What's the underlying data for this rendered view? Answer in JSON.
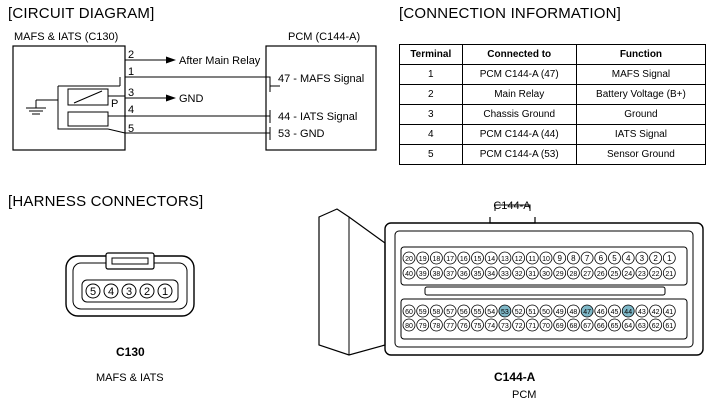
{
  "circuit": {
    "heading": "[CIRCUIT DIAGRAM]",
    "left_title": "MAFS & IATS (C130)",
    "right_title": "PCM (C144-A)",
    "pins": [
      "2",
      "1",
      "3",
      "4",
      "5"
    ],
    "after_main_relay": "After Main Relay",
    "gnd": "GND",
    "p_label": "P",
    "pcm_pins": [
      "47 - MAFS Signal",
      "44 - IATS Signal",
      "53 - GND"
    ]
  },
  "connection": {
    "heading": "[CONNECTION INFORMATION]",
    "headers": [
      "Terminal",
      "Connected to",
      "Function"
    ],
    "rows": [
      [
        "1",
        "PCM C144-A (47)",
        "MAFS Signal"
      ],
      [
        "2",
        "Main Relay",
        "Battery Voltage (B+)"
      ],
      [
        "3",
        "Chassis Ground",
        "Ground"
      ],
      [
        "4",
        "PCM C144-A (44)",
        "IATS Signal"
      ],
      [
        "5",
        "PCM C144-A (53)",
        "Sensor Ground"
      ]
    ]
  },
  "harness": {
    "heading": "[HARNESS CONNECTORS]",
    "c130": {
      "pins": [
        "5",
        "4",
        "3",
        "2",
        "1"
      ],
      "name": "C130",
      "desc": "MAFS & IATS"
    },
    "c144": {
      "top_label": "C144-A",
      "name": "C144-A",
      "desc": "PCM",
      "row1": [
        "20",
        "19",
        "18",
        "17",
        "16",
        "15",
        "14",
        "13",
        "12",
        "11",
        "10",
        "9",
        "8",
        "7",
        "6",
        "5",
        "4",
        "3",
        "2",
        "1"
      ],
      "row2": [
        "40",
        "39",
        "38",
        "37",
        "36",
        "35",
        "34",
        "33",
        "32",
        "31",
        "30",
        "29",
        "28",
        "27",
        "26",
        "25",
        "24",
        "23",
        "22",
        "21"
      ],
      "row3": [
        "60",
        "59",
        "58",
        "57",
        "56",
        "55",
        "54",
        "53",
        "52",
        "51",
        "50",
        "49",
        "48",
        "47",
        "46",
        "45",
        "44",
        "43",
        "42",
        "41"
      ],
      "row4": [
        "80",
        "79",
        "78",
        "77",
        "76",
        "75",
        "74",
        "73",
        "72",
        "71",
        "70",
        "69",
        "68",
        "67",
        "66",
        "65",
        "64",
        "63",
        "62",
        "61"
      ],
      "highlighted": [
        "53",
        "47",
        "44"
      ],
      "highlight_color": "#7fb8c8"
    }
  }
}
